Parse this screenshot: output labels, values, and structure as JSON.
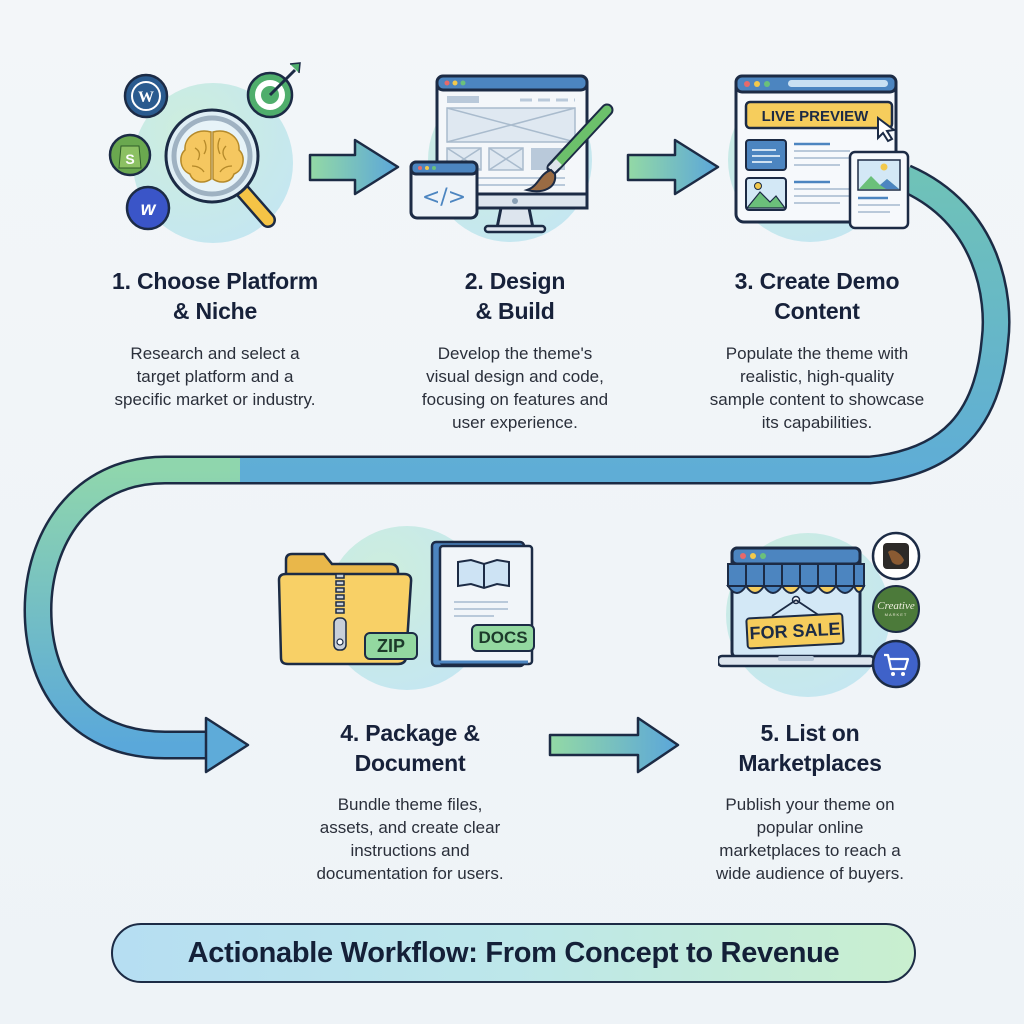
{
  "steps": [
    {
      "title_line1": "1. Choose Platform",
      "title_line2": "& Niche",
      "desc_lines": [
        "Research and select a",
        "target platform and a",
        "specific market or industry."
      ],
      "icon": "magnifier-brain-icon",
      "platform_icons": [
        "wordpress-icon",
        "shopify-icon",
        "webflow-icon",
        "target-icon"
      ]
    },
    {
      "title_line1": "2. Design",
      "title_line2": "& Build",
      "desc_lines": [
        "Develop the theme's",
        "visual design and code,",
        "focusing on features and",
        "user experience."
      ],
      "icon": "monitor-wireframe-icon"
    },
    {
      "title_line1": "3. Create Demo",
      "title_line2": "Content",
      "desc_lines": [
        "Populate the theme with",
        "realistic, high-quality",
        "sample content to showcase",
        "its capabilities."
      ],
      "icon": "browser-preview-icon",
      "preview_label": "LIVE PREVIEW"
    },
    {
      "title_line1": "4. Package &",
      "title_line2": "Document",
      "desc_lines": [
        "Bundle theme files,",
        "assets, and create clear",
        "instructions and",
        "documentation for users."
      ],
      "icon": "zip-folder-docs-icon",
      "zip_label": "ZIP",
      "docs_label": "DOCS"
    },
    {
      "title_line1": "5. List on",
      "title_line2": "Marketplaces",
      "desc_lines": [
        "Publish your theme on",
        "popular online",
        "marketplaces to reach a",
        "wide audience of buyers."
      ],
      "icon": "storefront-laptop-icon",
      "sale_label": "FOR SALE",
      "marketplace_icons": [
        "themeforest-icon",
        "creative-market-icon",
        "cart-icon"
      ],
      "creative_market_label": "Creative",
      "creative_market_sub": "MARKET"
    }
  ],
  "banner": {
    "text": "Actionable Workflow: From Concept to Revenue"
  },
  "colors": {
    "navy": "#1c2b45",
    "green": "#8fd6a8",
    "blue": "#5eaad8",
    "yellow": "#f6cd5c",
    "bg": "#f1f5f8"
  }
}
